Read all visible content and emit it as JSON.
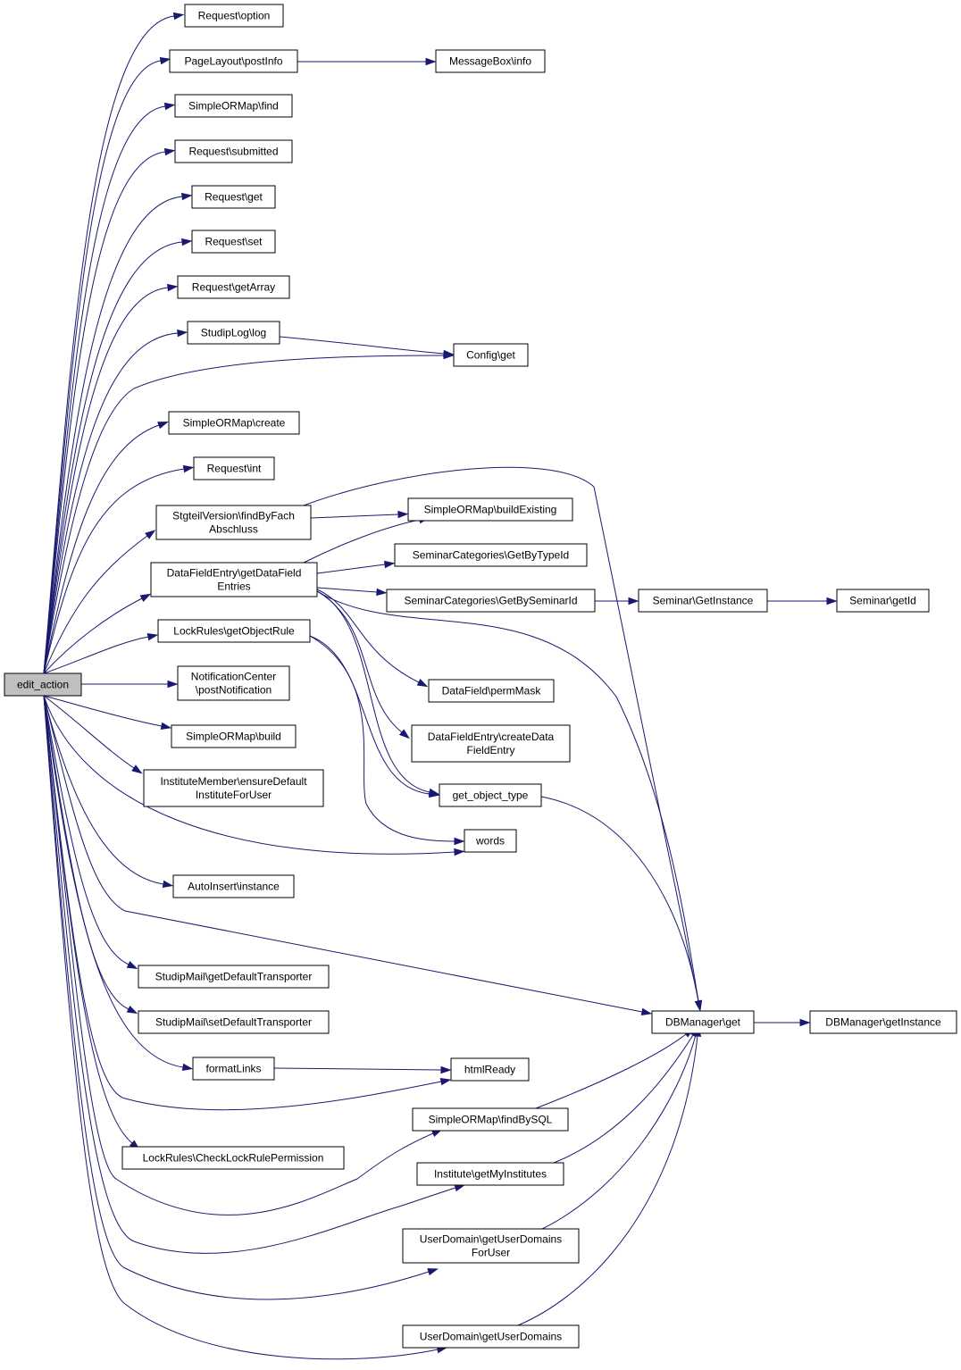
{
  "diagram": {
    "colors": {
      "edge": "#191970",
      "root_fill": "#bfbfbf",
      "node_fill": "#ffffff",
      "node_border": "#000000"
    },
    "nodes": [
      {
        "id": "edit_action",
        "lines": [
          "edit_action"
        ],
        "root": true
      },
      {
        "id": "req_option",
        "lines": [
          "Request\\option"
        ]
      },
      {
        "id": "pl_postinfo",
        "lines": [
          "PageLayout\\postInfo"
        ]
      },
      {
        "id": "mb_info",
        "lines": [
          "MessageBox\\info"
        ]
      },
      {
        "id": "som_find",
        "lines": [
          "SimpleORMap\\find"
        ]
      },
      {
        "id": "req_submitted",
        "lines": [
          "Request\\submitted"
        ]
      },
      {
        "id": "req_get",
        "lines": [
          "Request\\get"
        ]
      },
      {
        "id": "req_set",
        "lines": [
          "Request\\set"
        ]
      },
      {
        "id": "req_getarray",
        "lines": [
          "Request\\getArray"
        ]
      },
      {
        "id": "studiplog_log",
        "lines": [
          "StudipLog\\log"
        ]
      },
      {
        "id": "config_get",
        "lines": [
          "Config\\get"
        ]
      },
      {
        "id": "som_create",
        "lines": [
          "SimpleORMap\\create"
        ]
      },
      {
        "id": "req_int",
        "lines": [
          "Request\\int"
        ]
      },
      {
        "id": "sv_find",
        "lines": [
          "StgteilVersion\\findByFach",
          "Abschluss"
        ]
      },
      {
        "id": "som_buildexisting",
        "lines": [
          "SimpleORMap\\buildExisting"
        ]
      },
      {
        "id": "dfe_get",
        "lines": [
          "DataFieldEntry\\getDataField",
          "Entries"
        ]
      },
      {
        "id": "sc_bytype",
        "lines": [
          "SeminarCategories\\GetByTypeId"
        ]
      },
      {
        "id": "sc_byseminar",
        "lines": [
          "SeminarCategories\\GetBySeminarId"
        ]
      },
      {
        "id": "sem_getinstance",
        "lines": [
          "Seminar\\GetInstance"
        ]
      },
      {
        "id": "sem_getid",
        "lines": [
          "Seminar\\getId"
        ]
      },
      {
        "id": "lr_getobjectrule",
        "lines": [
          "LockRules\\getObjectRule"
        ]
      },
      {
        "id": "df_permmask",
        "lines": [
          "DataField\\permMask"
        ]
      },
      {
        "id": "nc_post",
        "lines": [
          "NotificationCenter",
          "\\postNotification"
        ]
      },
      {
        "id": "dfe_create",
        "lines": [
          "DataFieldEntry\\createData",
          "FieldEntry"
        ]
      },
      {
        "id": "som_build",
        "lines": [
          "SimpleORMap\\build"
        ]
      },
      {
        "id": "im_ensure",
        "lines": [
          "InstituteMember\\ensureDefault",
          "InstituteForUser"
        ]
      },
      {
        "id": "get_object_type",
        "lines": [
          "get_object_type"
        ]
      },
      {
        "id": "words",
        "lines": [
          "words"
        ]
      },
      {
        "id": "ai_instance",
        "lines": [
          "AutoInsert\\instance"
        ]
      },
      {
        "id": "sm_getdefault",
        "lines": [
          "StudipMail\\getDefaultTransporter"
        ]
      },
      {
        "id": "sm_setdefault",
        "lines": [
          "StudipMail\\setDefaultTransporter"
        ]
      },
      {
        "id": "dbm_get",
        "lines": [
          "DBManager\\get"
        ]
      },
      {
        "id": "dbm_getinstance",
        "lines": [
          "DBManager\\getInstance"
        ]
      },
      {
        "id": "formatlinks",
        "lines": [
          "formatLinks"
        ]
      },
      {
        "id": "htmlready",
        "lines": [
          "htmlReady"
        ]
      },
      {
        "id": "som_findbysql",
        "lines": [
          "SimpleORMap\\findBySQL"
        ]
      },
      {
        "id": "lr_check",
        "lines": [
          "LockRules\\CheckLockRulePermission"
        ]
      },
      {
        "id": "inst_getmy",
        "lines": [
          "Institute\\getMyInstitutes"
        ]
      },
      {
        "id": "ud_foruser",
        "lines": [
          "UserDomain\\getUserDomains",
          "ForUser"
        ]
      },
      {
        "id": "ud_get",
        "lines": [
          "UserDomain\\getUserDomains"
        ]
      }
    ],
    "edges": [
      {
        "from": "edit_action",
        "to": "req_option"
      },
      {
        "from": "edit_action",
        "to": "pl_postinfo"
      },
      {
        "from": "pl_postinfo",
        "to": "mb_info"
      },
      {
        "from": "edit_action",
        "to": "som_find"
      },
      {
        "from": "edit_action",
        "to": "req_submitted"
      },
      {
        "from": "edit_action",
        "to": "req_get"
      },
      {
        "from": "edit_action",
        "to": "req_set"
      },
      {
        "from": "edit_action",
        "to": "req_getarray"
      },
      {
        "from": "edit_action",
        "to": "studiplog_log"
      },
      {
        "from": "studiplog_log",
        "to": "config_get"
      },
      {
        "from": "edit_action",
        "to": "config_get"
      },
      {
        "from": "edit_action",
        "to": "som_create"
      },
      {
        "from": "edit_action",
        "to": "req_int"
      },
      {
        "from": "edit_action",
        "to": "sv_find"
      },
      {
        "from": "sv_find",
        "to": "som_buildexisting"
      },
      {
        "from": "sv_find",
        "to": "dbm_get"
      },
      {
        "from": "edit_action",
        "to": "dfe_get"
      },
      {
        "from": "dfe_get",
        "to": "som_buildexisting"
      },
      {
        "from": "dfe_get",
        "to": "sc_bytype"
      },
      {
        "from": "dfe_get",
        "to": "sc_byseminar"
      },
      {
        "from": "sc_byseminar",
        "to": "sem_getinstance"
      },
      {
        "from": "sem_getinstance",
        "to": "sem_getid"
      },
      {
        "from": "dfe_get",
        "to": "df_permmask"
      },
      {
        "from": "dfe_get",
        "to": "dfe_create"
      },
      {
        "from": "dfe_get",
        "to": "get_object_type"
      },
      {
        "from": "dfe_get",
        "to": "dbm_get"
      },
      {
        "from": "edit_action",
        "to": "lr_getobjectrule"
      },
      {
        "from": "lr_getobjectrule",
        "to": "get_object_type"
      },
      {
        "from": "lr_getobjectrule",
        "to": "words"
      },
      {
        "from": "get_object_type",
        "to": "dbm_get"
      },
      {
        "from": "edit_action",
        "to": "nc_post"
      },
      {
        "from": "edit_action",
        "to": "som_build"
      },
      {
        "from": "edit_action",
        "to": "im_ensure"
      },
      {
        "from": "edit_action",
        "to": "words"
      },
      {
        "from": "edit_action",
        "to": "ai_instance"
      },
      {
        "from": "edit_action",
        "to": "dbm_get"
      },
      {
        "from": "edit_action",
        "to": "sm_getdefault"
      },
      {
        "from": "edit_action",
        "to": "sm_setdefault"
      },
      {
        "from": "dbm_get",
        "to": "dbm_getinstance"
      },
      {
        "from": "edit_action",
        "to": "formatlinks"
      },
      {
        "from": "formatlinks",
        "to": "htmlready"
      },
      {
        "from": "edit_action",
        "to": "htmlready"
      },
      {
        "from": "edit_action",
        "to": "som_findbysql"
      },
      {
        "from": "som_findbysql",
        "to": "dbm_get"
      },
      {
        "from": "edit_action",
        "to": "lr_check"
      },
      {
        "from": "edit_action",
        "to": "inst_getmy"
      },
      {
        "from": "inst_getmy",
        "to": "dbm_get"
      },
      {
        "from": "edit_action",
        "to": "ud_foruser"
      },
      {
        "from": "ud_foruser",
        "to": "dbm_get"
      },
      {
        "from": "edit_action",
        "to": "ud_get"
      },
      {
        "from": "ud_get",
        "to": "dbm_get"
      }
    ]
  }
}
